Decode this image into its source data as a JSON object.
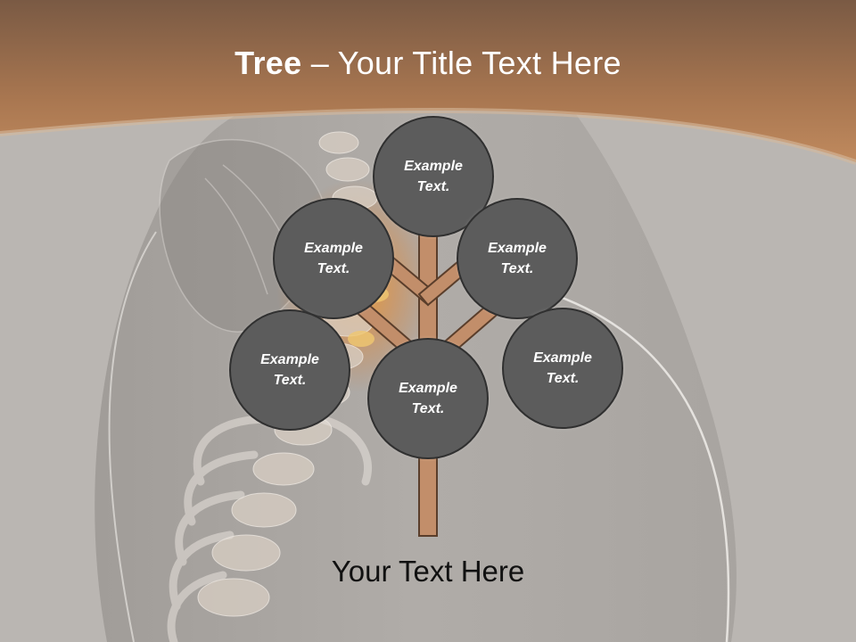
{
  "slide": {
    "title_bold": "Tree",
    "title_rest": " – Your Title Text Here",
    "footer_text": "Your Text Here"
  },
  "tree": {
    "nodes": [
      {
        "id": "top",
        "text": "Example Text."
      },
      {
        "id": "upper-left",
        "text": "Example Text."
      },
      {
        "id": "upper-right",
        "text": "Example Text."
      },
      {
        "id": "lower-left",
        "text": "Example Text."
      },
      {
        "id": "center",
        "text": "Example Text."
      },
      {
        "id": "lower-right",
        "text": "Example Text."
      }
    ]
  },
  "colors": {
    "header_brown": "#9a6b48",
    "header_light": "#c28e62",
    "trunk": "#c28e6a",
    "trunk_outline": "#5a3e2b",
    "bubble_fill": "#5c5c5c",
    "bubble_outline": "#303030",
    "background": "#b9b5b1"
  },
  "icons": [
    "skeleton-spine-background"
  ]
}
